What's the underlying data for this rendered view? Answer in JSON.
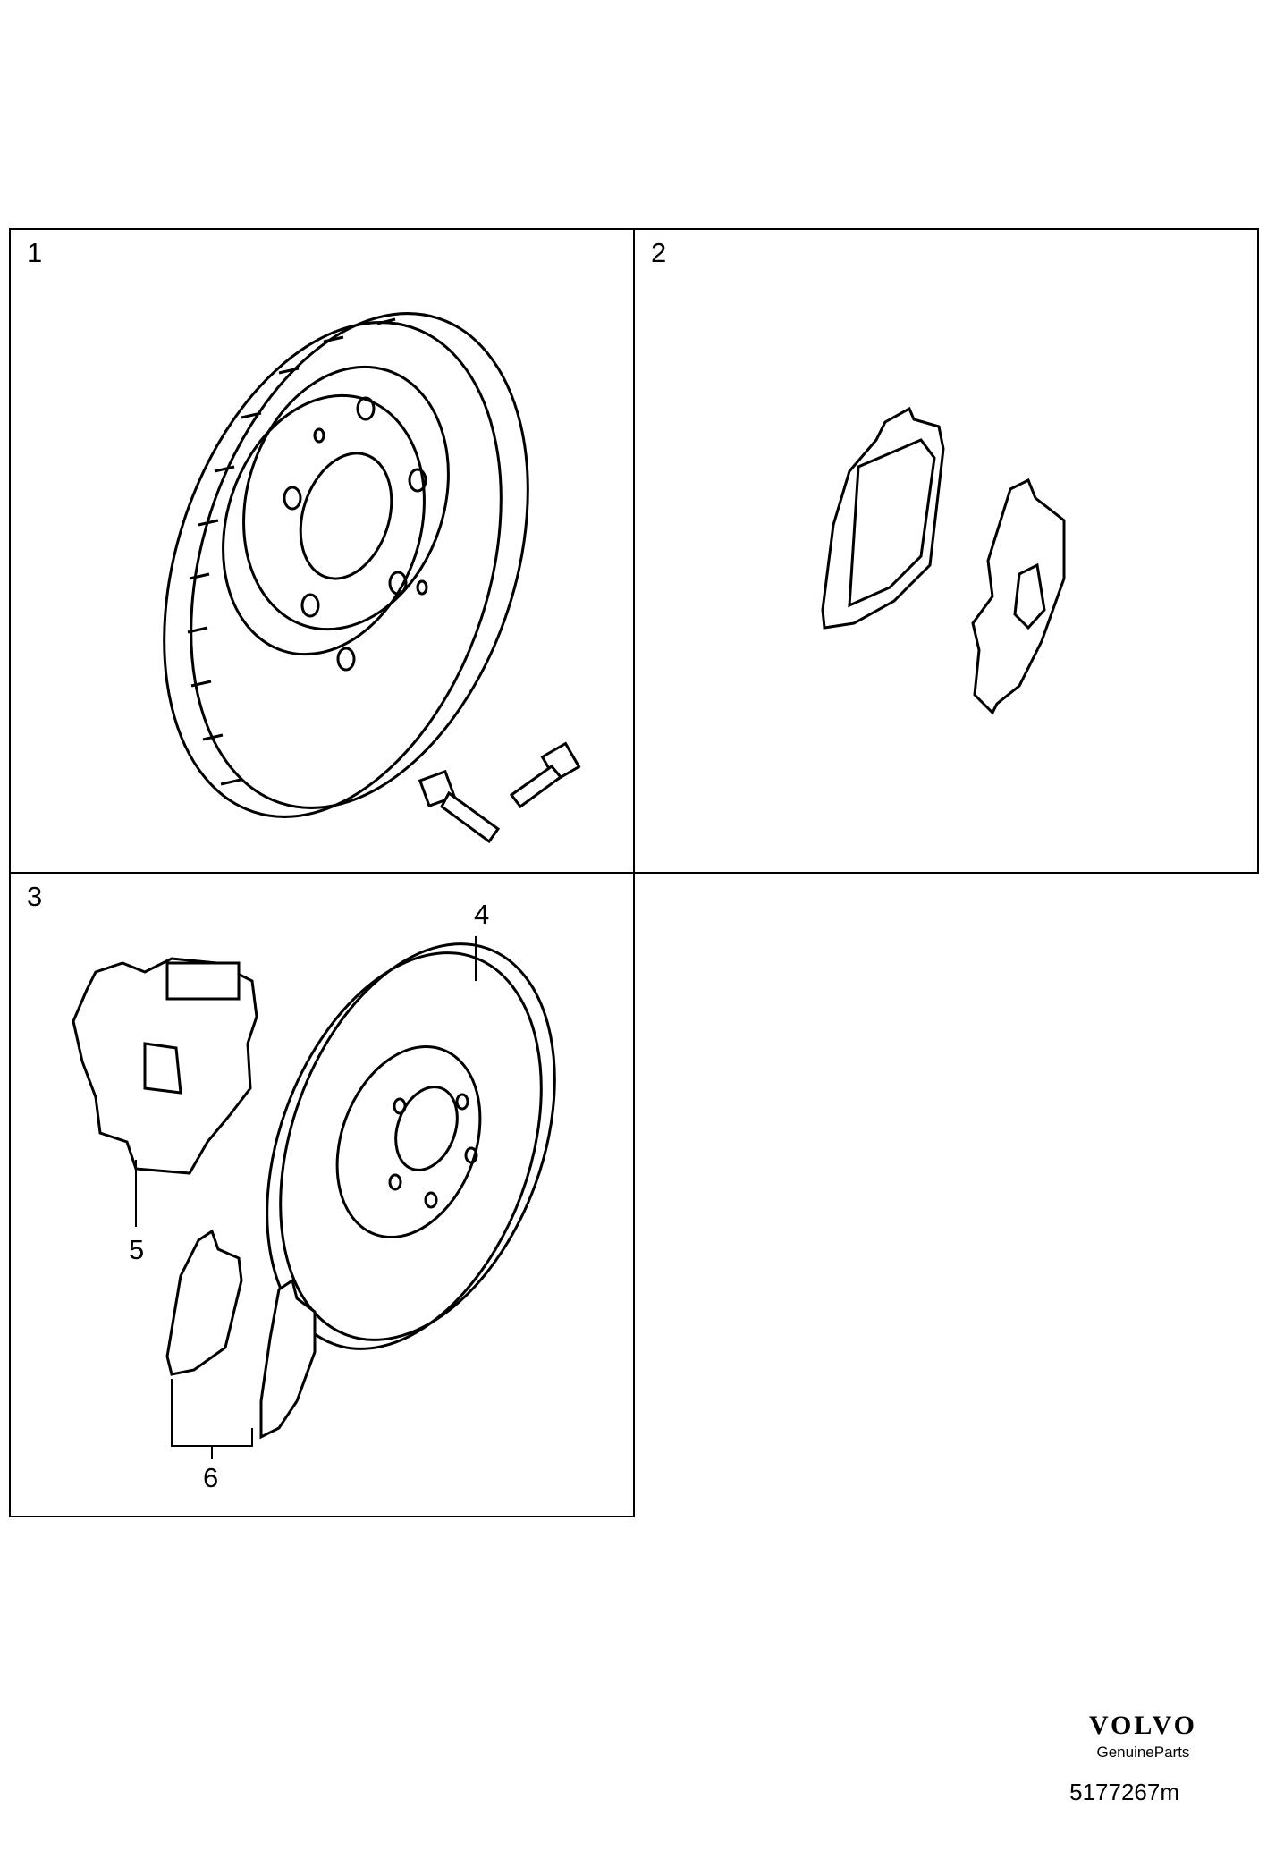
{
  "panels": [
    {
      "number": "1"
    },
    {
      "number": "2"
    },
    {
      "number": "3"
    }
  ],
  "callouts": {
    "disc": "4",
    "caliper": "5",
    "pads": "6"
  },
  "footer": {
    "brand": "VOLVO",
    "tagline": "GenuineParts",
    "diagram_id": "5177267m"
  }
}
